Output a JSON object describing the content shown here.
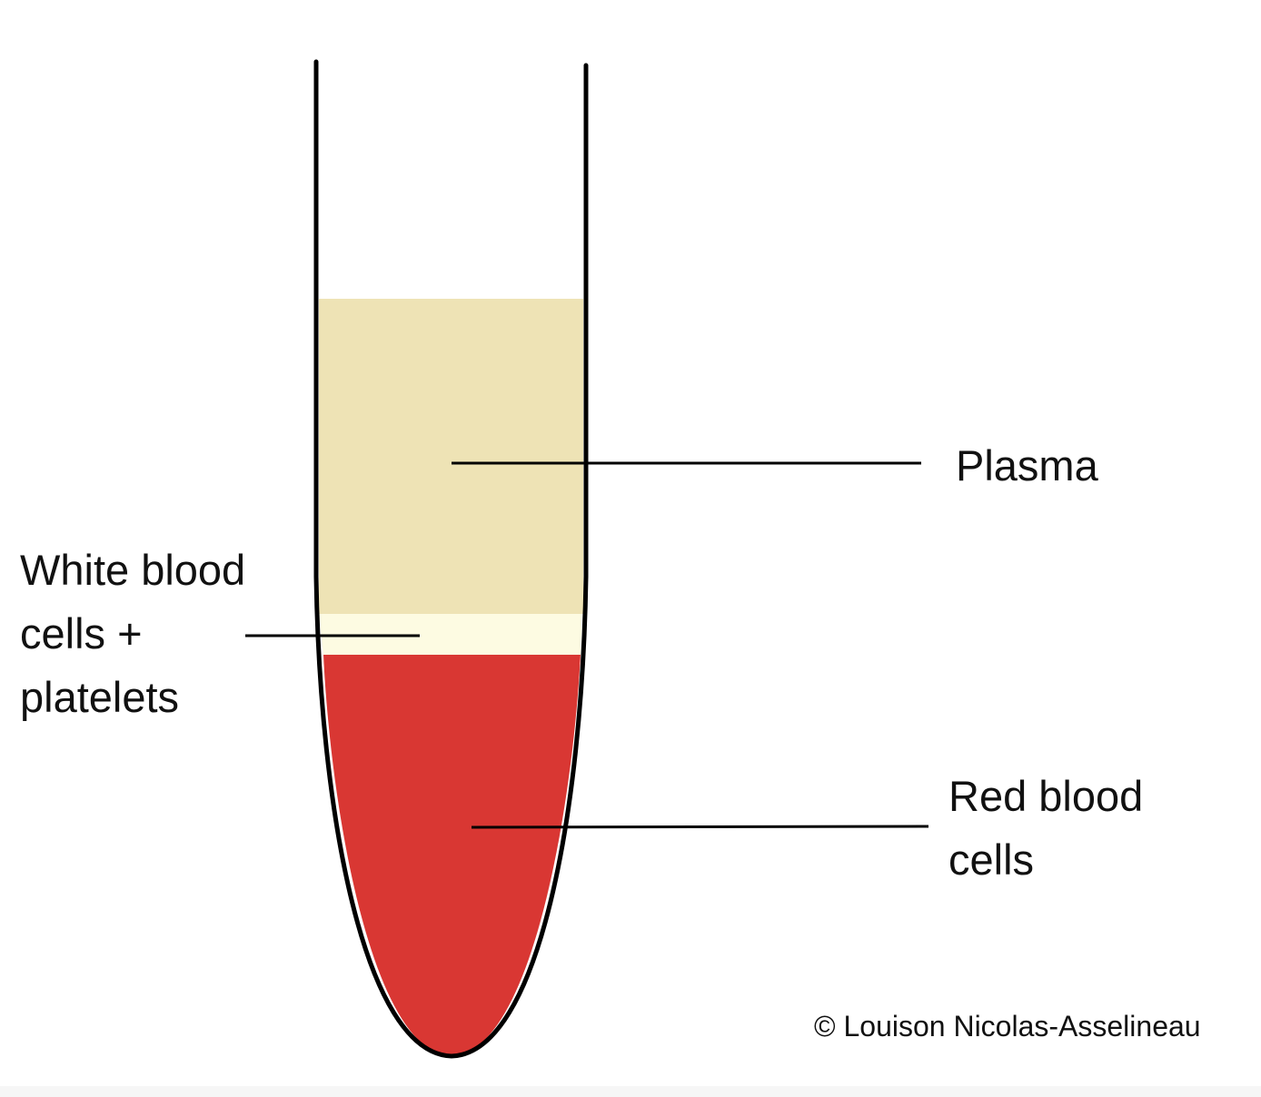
{
  "labels": {
    "plasma": "Plasma",
    "white_cells_line1": "White blood",
    "white_cells_line2": "cells +",
    "white_cells_line3": "platelets",
    "red_cells_line1": "Red blood",
    "red_cells_line2": "cells"
  },
  "copyright": "© Louison Nicolas-Asselineau",
  "colors": {
    "plasma": "#eee3b5",
    "buffy_coat": "#fdfbe2",
    "red_cells": "#d93733",
    "tube_outline": "#000000",
    "page_background": "#ffffff"
  }
}
